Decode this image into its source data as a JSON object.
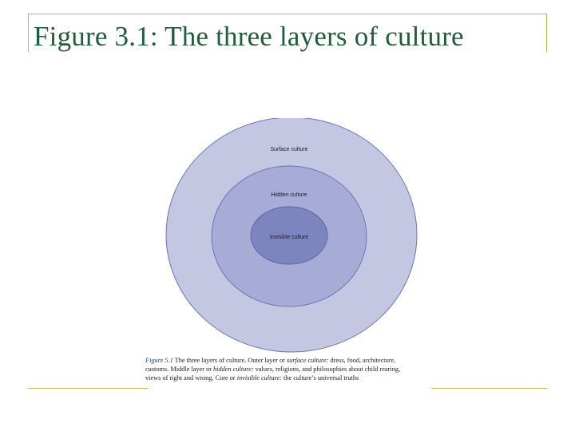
{
  "slide": {
    "title": "Figure 3.1:  The three layers of culture"
  },
  "diagram": {
    "layers": [
      {
        "label": "Surface culture",
        "color": "#c3c7e1"
      },
      {
        "label": "Hidden culture",
        "color": "#a6acd6"
      },
      {
        "label": "Invisible culture",
        "color": "#7d85be"
      }
    ],
    "outline_color": "#6c74b4"
  },
  "caption": {
    "figure_ref": "Figure 5.1",
    "line1_a": "  The three layers of culture. Outer layer or ",
    "line1_b": "surface culture:",
    "line1_c": " dress, food, architecture,",
    "line2_a": "customs. Middle layer or ",
    "line2_b": "hidden culture:",
    "line2_c": " values, religions, and philosophies about child rearing,",
    "line3_a": "views of right and wrong. Core or ",
    "line3_b": "invisible culture:",
    "line3_c": " the culture’s universal truths"
  }
}
